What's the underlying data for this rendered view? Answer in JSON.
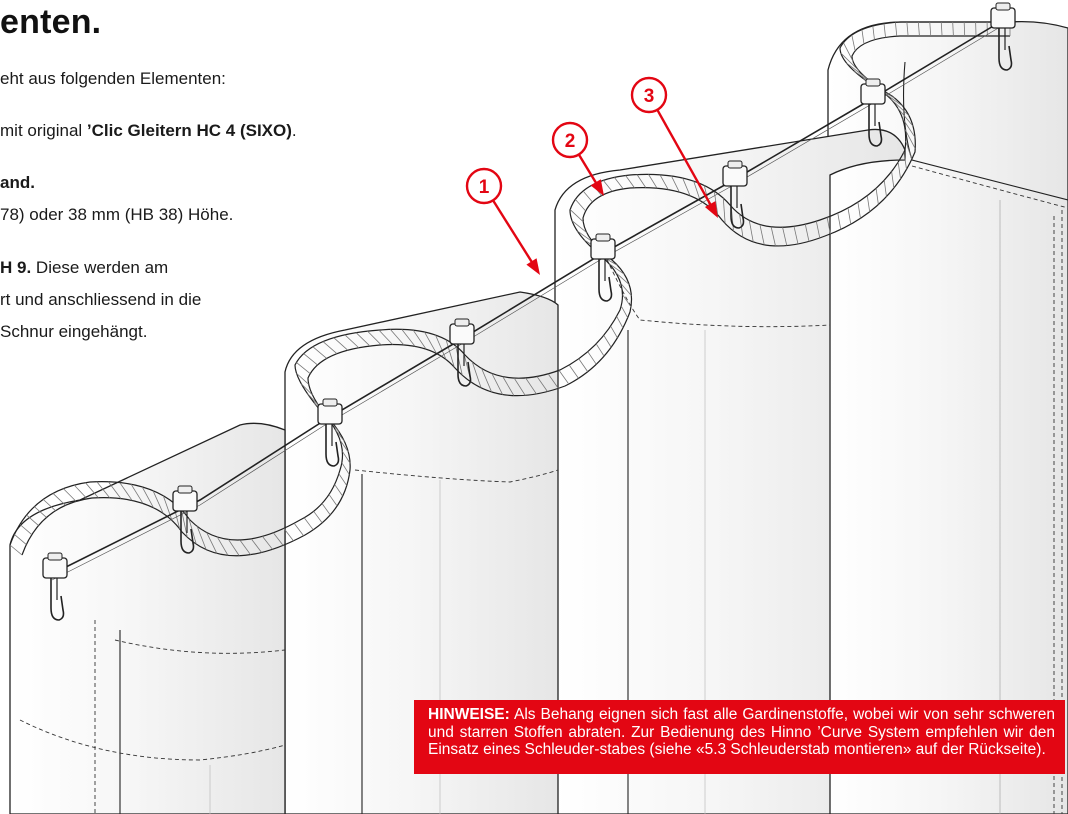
{
  "heading": "enten.",
  "intro": "eht aus folgenden Elementen:",
  "items": [
    {
      "prefix": "mit original ",
      "bold": "’Clic Gleitern HC 4 (SIXO)",
      "suffix": "."
    },
    {
      "bold": "and.",
      "line2": " 78) oder 38 mm (HB 38) Höhe."
    },
    {
      "bold": "H 9.",
      "text": " Diese werden am",
      "line2": "rt und anschliessend in die",
      "line3": "Schnur eingehängt."
    }
  ],
  "callouts": [
    {
      "number": "1"
    },
    {
      "number": "2"
    },
    {
      "number": "3"
    }
  ],
  "note": {
    "label": "HINWEISE:",
    "text": " Als Behang eignen sich fast alle Gardinenstoffe, wobei wir von sehr schweren und starren Stoffen abraten. Zur Bedienung des Hinno ’Curve System empfehlen wir den Einsatz eines Schleuder-stabes (siehe «5.3 Schleuderstab montieren» auf der Rückseite)."
  },
  "colors": {
    "accent": "#e30613",
    "fabric": "#f4f4f4",
    "fabric_shadow": "#e2e2e2",
    "stroke": "#222222"
  },
  "icons": [
    "glider-icon",
    "callout-arrow-icon"
  ]
}
